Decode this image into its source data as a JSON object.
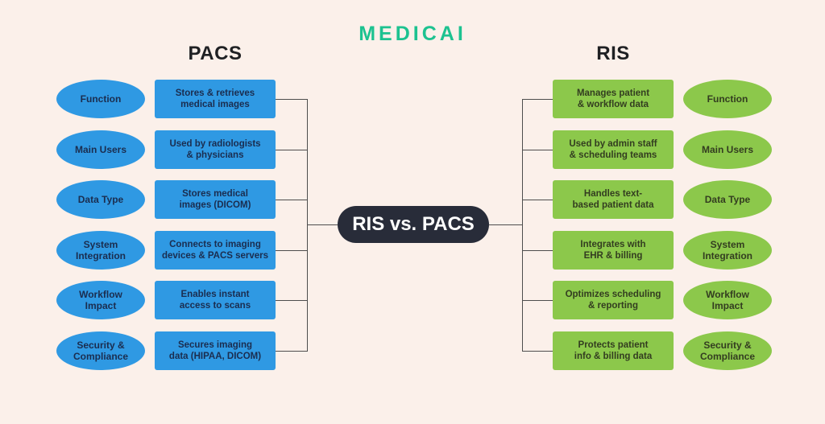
{
  "logo": {
    "text": "MEDICAI",
    "color": "#1dc290"
  },
  "center_node": {
    "label": "RIS vs. PACS",
    "background": "#282c39",
    "text_color": "#ffffff"
  },
  "pacs": {
    "title": "PACS",
    "accent_color": "#2f99e3",
    "text_color": "#1b2d4f",
    "rows": [
      {
        "category": "Function",
        "detail": "Stores & retrieves\nmedical images"
      },
      {
        "category": "Main Users",
        "detail": "Used by radiologists\n& physicians"
      },
      {
        "category": "Data Type",
        "detail": "Stores medical\nimages (DICOM)"
      },
      {
        "category": "System\nIntegration",
        "detail": "Connects to imaging\ndevices & PACS servers"
      },
      {
        "category": "Workflow\nImpact",
        "detail": "Enables instant\naccess to scans"
      },
      {
        "category": "Security &\nCompliance",
        "detail": "Secures imaging\ndata (HIPAA, DICOM)"
      }
    ]
  },
  "ris": {
    "title": "RIS",
    "accent_color": "#8cc84b",
    "text_color": "#333d20",
    "rows": [
      {
        "category": "Function",
        "detail": "Manages patient\n& workflow data"
      },
      {
        "category": "Main Users",
        "detail": "Used by admin staff\n& scheduling teams"
      },
      {
        "category": "Data Type",
        "detail": "Handles text-\nbased patient data"
      },
      {
        "category": "System\nIntegration",
        "detail": "Integrates with\nEHR & billing"
      },
      {
        "category": "Workflow\nImpact",
        "detail": "Optimizes scheduling\n& reporting"
      },
      {
        "category": "Security &\nCompliance",
        "detail": "Protects patient\ninfo & billing data"
      }
    ]
  },
  "background_color": "#fbf0ea",
  "connector_color": "#4d4d4d"
}
